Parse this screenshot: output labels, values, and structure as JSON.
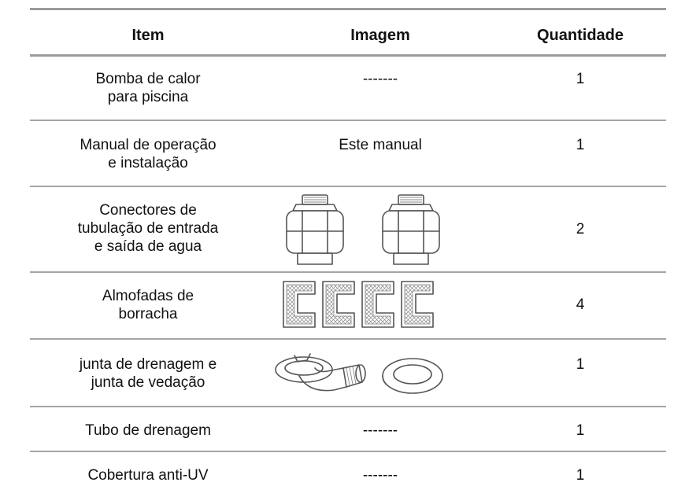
{
  "table": {
    "headers": {
      "item": "Item",
      "image": "Imagem",
      "quantity": "Quantidade"
    },
    "rows": [
      {
        "item": "Bomba de calor\npara piscina",
        "image": "-------",
        "quantity": "1"
      },
      {
        "item": "Manual de operação\ne instalação",
        "image": "Este manual",
        "quantity": "1"
      },
      {
        "item": "Conectores de\ntubulação de entrada\ne saída de agua",
        "image": "",
        "image_icon": "pipe-connector-union-icon",
        "quantity": "2"
      },
      {
        "item": "Almofadas de\nborracha",
        "image": "",
        "image_icon": "rubber-pad-icon",
        "quantity": "4"
      },
      {
        "item": "junta de drenagem e\njunta de vedação",
        "image": "",
        "image_icon": "drain-elbow-and-seal-ring-icon",
        "quantity": "1"
      },
      {
        "item": "Tubo de drenagem",
        "image": "-------",
        "quantity": "1"
      },
      {
        "item": "Cobertura anti-UV",
        "image": "-------",
        "quantity": "1"
      }
    ]
  }
}
